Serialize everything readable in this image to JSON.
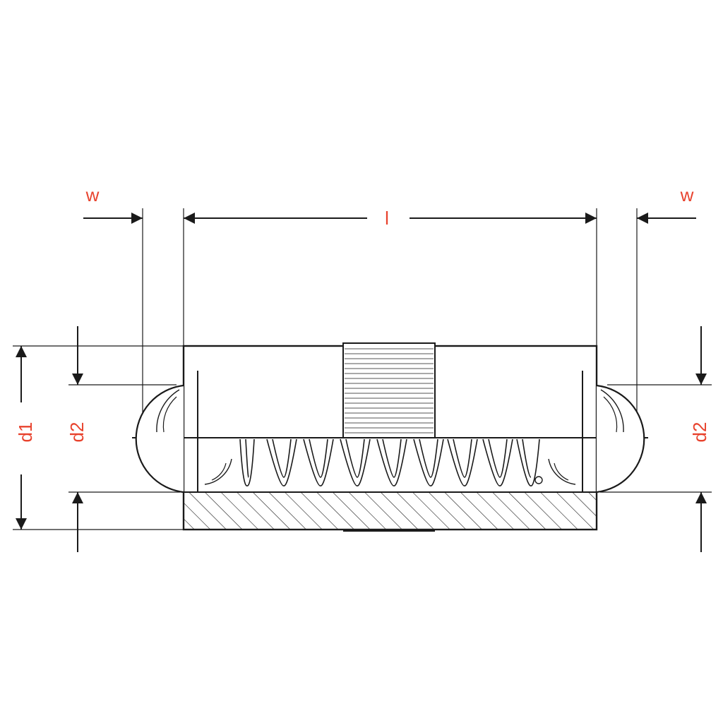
{
  "labels": {
    "w_left": "w",
    "w_right": "w",
    "l": "l",
    "d1": "d1",
    "d2_left": "d2",
    "d2_right": "d2"
  },
  "colors": {
    "label": "#e8432e",
    "line": "#1a1a1a",
    "background": "#ffffff"
  }
}
